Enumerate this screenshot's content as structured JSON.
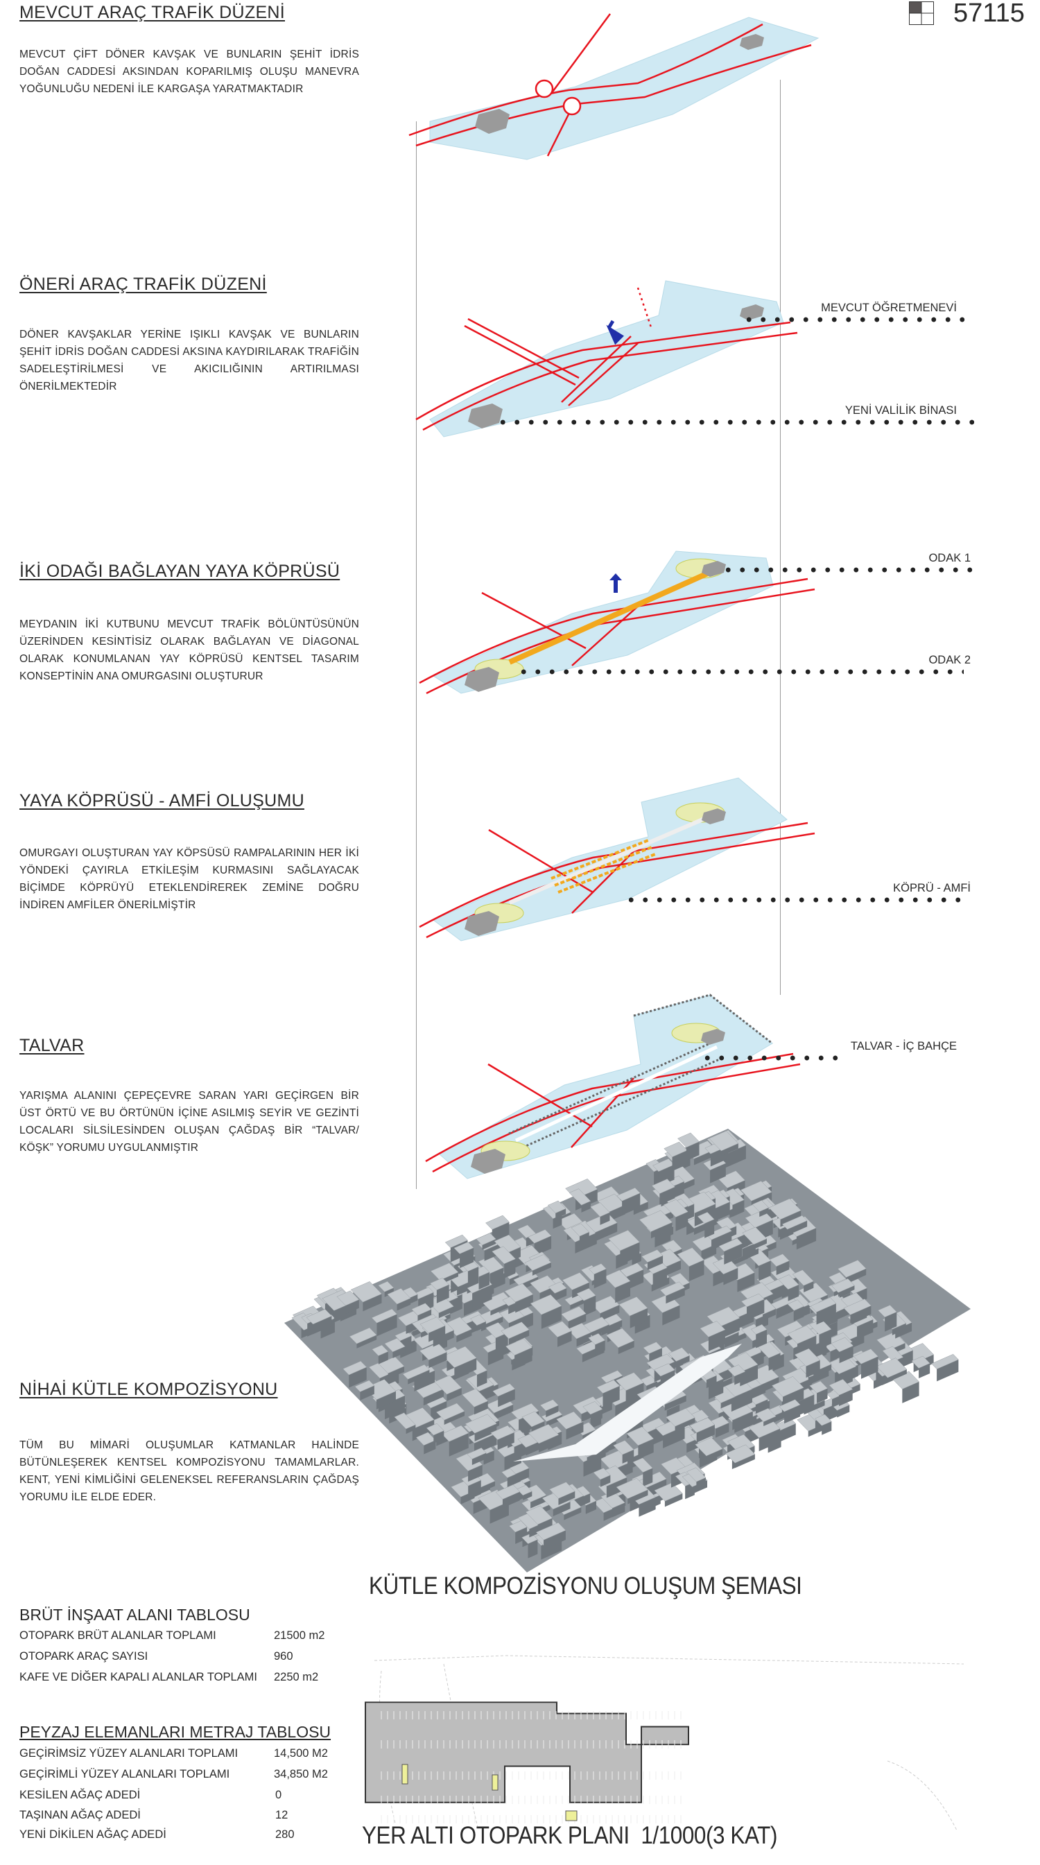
{
  "logo": {
    "code": "57115"
  },
  "sections": [
    {
      "title": "MEVCUT ARAÇ TRAFİK DÜZENİ",
      "text": "MEVCUT ÇİFT DÖNER KAVŞAK VE BUNLARIN ŞEHİT İDRİS DOĞAN CADDESİ AKSINDAN KOPARILMIŞ OLUŞU MANEVRA YOĞUNLUĞU NEDENİ İLE KARGAŞA YARATMAKTADIR"
    },
    {
      "title": "ÖNERİ ARAÇ TRAFİK DÜZENİ",
      "text": "DÖNER KAVŞAKLAR YERİNE IŞIKLI KAVŞAK VE BUNLARIN ŞEHİT İDRİS DOĞAN CADDESİ AKSINA KAYDIRILARAK TRAFİĞİN SADELEŞTİRİLMESİ VE AKICILIĞININ ARTIRILMASI ÖNERİLMEKTEDİR",
      "labels": [
        "MEVCUT ÖĞRETMENEVİ",
        "YENİ VALİLİK BİNASI"
      ]
    },
    {
      "title": "İKİ ODAĞI BAĞLAYAN YAYA KÖPRÜSÜ",
      "text": "MEYDANIN İKİ KUTBUNU MEVCUT TRAFİK BÖLÜNTÜSÜNÜN ÜZERİNDEN KESİNTİSİZ OLARAK BAĞLAYAN VE DİAGONAL OLARAK KONUMLANAN YAY KÖPRÜSÜ KENTSEL TASARIM KONSEPTİNİN ANA OMURGASINI OLUŞTURUR",
      "labels": [
        "ODAK 1",
        "ODAK 2"
      ]
    },
    {
      "title": "YAYA KÖPRÜSÜ - AMFİ OLUŞUMU",
      "text": "OMURGAYI OLUŞTURAN YAY KÖPSÜSÜ RAMPALARININ HER İKİ YÖNDEKİ ÇAYIRLA ETKİLEŞİM KURMASINI SAĞLAYACAK BİÇİMDE KÖPRÜYÜ ETEKLENDİREREK ZEMİNE DOĞRU İNDİREN AMFİLER ÖNERİLMİŞTİR",
      "labels": [
        "KÖPRÜ - AMFİ"
      ]
    },
    {
      "title": "TALVAR",
      "text": "YARIŞMA ALANINI ÇEPEÇEVRE SARAN YARI GEÇİRGEN BİR ÜST ÖRTÜ VE BU ÖRTÜNÜN İÇİNE ASILMIŞ SEYİR VE GEZİNTİ LOCALARI SİLSİLESİNDEN OLUŞAN ÇAĞDAŞ BİR “TALVAR/ KÖŞK” YORUMU UYGULANMIŞTIR",
      "labels": [
        "TALVAR - İÇ BAHÇE"
      ]
    },
    {
      "title": "NİHAİ KÜTLE KOMPOZİSYONU",
      "text": "TÜM BU MİMARİ OLUŞUMLAR KATMANLAR HALİNDE BÜTÜNLEŞEREK KENTSEL KOMPOZİSYONU TAMAMLARLAR. KENT, YENİ KİMLİĞİNİ GELENEKSEL REFERANSLARIN ÇAĞDAŞ YORUMU İLE ELDE EDER."
    }
  ],
  "schema_title": "KÜTLE KOMPOZİSYONU OLUŞUM ŞEMASI",
  "brut_table": {
    "title": "BRÜT İNŞAAT ALANI TABLOSU",
    "rows": [
      {
        "label": "OTOPARK BRÜT ALANLAR TOPLAMI",
        "value": "21500 m2"
      },
      {
        "label": "OTOPARK ARAÇ SAYISI",
        "value": "960"
      },
      {
        "label": "KAFE VE DİĞER KAPALI ALANLAR TOPLAMI",
        "value": "2250 m2"
      }
    ]
  },
  "peyzaj_table": {
    "title": "PEYZAJ ELEMANLARI METRAJ TABLOSU",
    "rows": [
      {
        "label": "GEÇİRİMSİZ YÜZEY ALANLARI TOPLAMI",
        "value": "14,500 M2"
      },
      {
        "label": "GEÇİRİMLİ YÜZEY ALANLARI TOPLAMI",
        "value": "34,850 M2"
      },
      {
        "label": "KESİLEN AĞAÇ ADEDİ",
        "value": "0"
      },
      {
        "label": "TAŞINAN AĞAÇ ADEDİ",
        "value": "12"
      },
      {
        "label": "YENİ DİKİLEN AĞAÇ ADEDİ",
        "value": "280"
      }
    ]
  },
  "plan_title": "YER ALTI OTOPARK PLANI  1/1000(3 KAT)",
  "colors": {
    "road": "#e8141e",
    "slab": "#cfe9f3",
    "bridge": "#f2a81d",
    "arrow": "#1f2fa8",
    "building": "#9a9a9a",
    "plan": "#bdbdbd"
  }
}
